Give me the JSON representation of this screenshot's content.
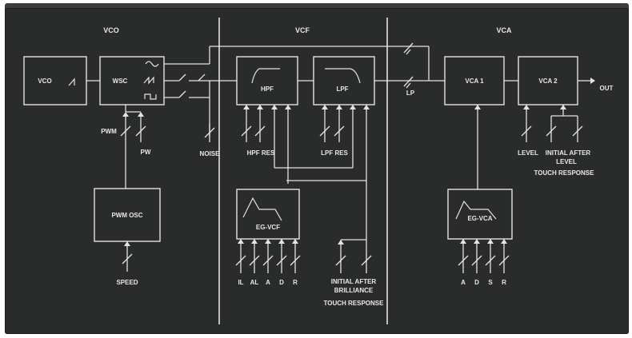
{
  "sections": {
    "vco": "VCO",
    "vcf": "VCF",
    "vca": "VCA"
  },
  "blocks": {
    "vco": "VCO",
    "wsc": "WSC",
    "pwm_osc": "PWM OSC",
    "hpf": "HPF",
    "lpf": "LPF",
    "eg_vcf": "EG-VCF",
    "vca1": "VCA 1",
    "vca2": "VCA 2",
    "eg_vca": "EG-VCA"
  },
  "labels": {
    "pwm": "PWM",
    "pw": "PW",
    "speed": "SPEED",
    "noise": "NOISE",
    "hpf_res": "HPF RES",
    "lpf_res": "LPF RES",
    "lp": "LP",
    "out": "OUT",
    "eg_vcf_sliders": [
      "IL",
      "AL",
      "A",
      "D",
      "R"
    ],
    "brilliance_line1": "INITIAL AFTER",
    "brilliance_line2": "BRILLIANCE",
    "brilliance_line3": "TOUCH RESPONSE",
    "vca_level": "LEVEL",
    "vca_initial_after": "INITIAL AFTER",
    "vca_after_level": "LEVEL",
    "vca_touch": "TOUCH RESPONSE",
    "eg_vca_sliders": [
      "A",
      "D",
      "S",
      "R"
    ]
  },
  "colors": {
    "panel": "#2a2c2b",
    "print": "#e4e4e0"
  }
}
